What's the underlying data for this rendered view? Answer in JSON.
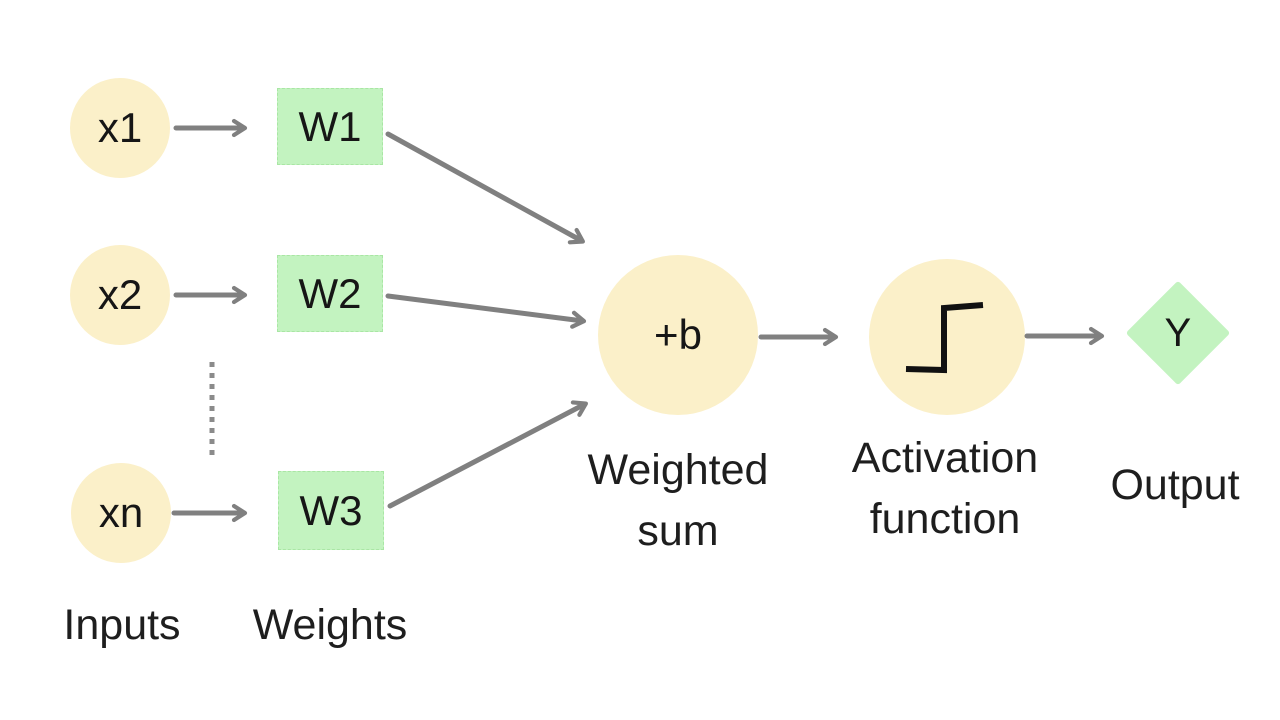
{
  "diagram": {
    "inputs": [
      {
        "label": "x1"
      },
      {
        "label": "x2"
      },
      {
        "label": "xn"
      }
    ],
    "weights": [
      {
        "label": "W1"
      },
      {
        "label": "W2"
      },
      {
        "label": "W3"
      }
    ],
    "sum_node": {
      "label": "+b"
    },
    "activation_node": {
      "icon": "step-function"
    },
    "output_node": {
      "label": "Y"
    },
    "captions": {
      "inputs": "Inputs",
      "weights": "Weights",
      "weighted_sum": "Weighted sum",
      "activation_function": "Activation function",
      "output": "Output"
    },
    "colors": {
      "node_fill": "#FBF0C9",
      "weight_fill": "#C3F3C0",
      "arrow": "#808080",
      "icon_stroke": "#111111",
      "text": "#1e1e1e"
    }
  }
}
